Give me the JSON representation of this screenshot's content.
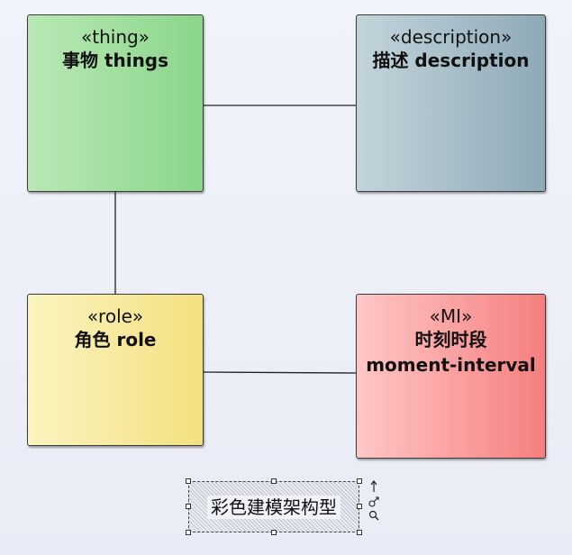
{
  "diagram": {
    "boxes": {
      "thing": {
        "stereotype": "«thing»",
        "name": "事物 things",
        "color_start": "#b9e8b5",
        "color_end": "#8ad68a"
      },
      "description": {
        "stereotype": "«description»",
        "name": "描述 description",
        "color_start": "#c3d4db",
        "color_end": "#8eaab7"
      },
      "role": {
        "stereotype": "«role»",
        "name": "角色 role",
        "color_start": "#fbf4c0",
        "color_end": "#f3e07f"
      },
      "mi": {
        "stereotype": "«MI»",
        "name_line1": "时刻时段",
        "name_line2": "moment-interval",
        "color_start": "#ffc6c6",
        "color_end": "#f67f7f"
      }
    },
    "note": {
      "text": "彩色建模架构型"
    },
    "tool_icons": [
      "arrow-up-icon",
      "link-icon",
      "magnifier-icon"
    ]
  }
}
